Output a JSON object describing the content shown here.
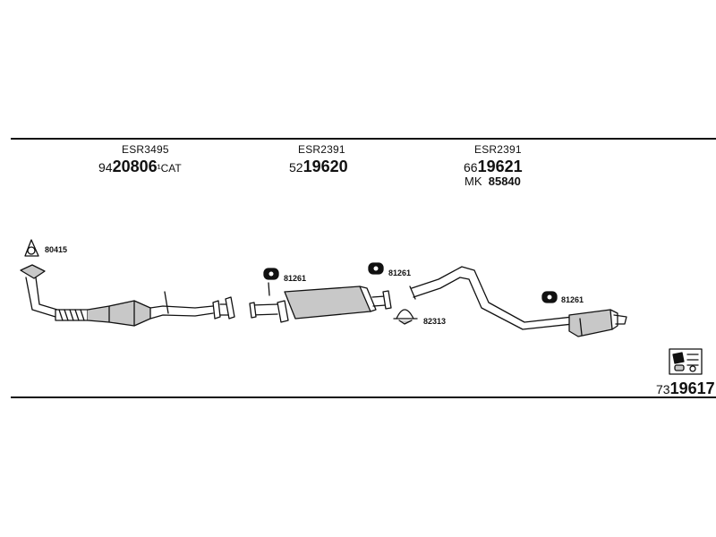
{
  "header": {
    "groups": [
      {
        "esr": "ESR3495",
        "prefix": "94",
        "number": "20806",
        "suffix": "¹CAT"
      },
      {
        "esr": "ESR2391",
        "prefix": "52",
        "number": "19620",
        "suffix": ""
      },
      {
        "esr": "ESR2391",
        "prefix": "66",
        "number": "19621",
        "suffix": "",
        "mk_label": "MK",
        "mk_number": "85840"
      }
    ]
  },
  "parts": {
    "mount_front": "80415",
    "hanger_1": "81261",
    "hanger_2": "81261",
    "clamp": "82313",
    "hanger_3": "81261"
  },
  "footer": {
    "prefix": "73",
    "number": "19617",
    "icon": "mounting-kit-icon"
  },
  "colors": {
    "line": "#111111",
    "fill": "#c8c8c8",
    "background": "#ffffff"
  }
}
